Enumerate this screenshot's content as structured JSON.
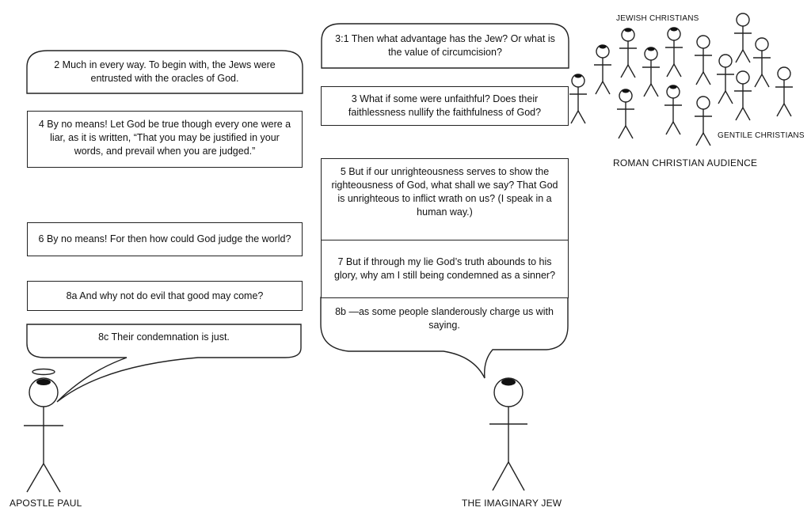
{
  "labels": {
    "paul": "APOSTLE PAUL",
    "jew": "THE IMAGINARY JEW",
    "jewish_christians": "JEWISH CHRISTIANS",
    "gentile_christians": "GENTILE CHRISTIANS",
    "audience": "ROMAN CHRISTIAN AUDIENCE"
  },
  "paul_lines": [
    "2 Much in every way. To begin with, the Jews were entrusted with the oracles of God.",
    "4 By no means! Let God be true though every one were a liar, as it is written, “That you may be justified in your words, and prevail when you are judged.”",
    "6 By no means! For then how could God judge the world?",
    "8a And why not do evil that good may come?",
    "8c Their condemnation is just."
  ],
  "jew_lines": [
    "3:1 Then what advantage has the Jew? Or what is the value of circumcision?",
    "3 What if some were unfaithful? Does their faithlessness nullify the faithfulness of God?",
    "5 But if our unrighteousness serves to show the righteousness of God, what shall we say? That God is unrighteous to inflict wrath on us? (I speak in a human way.)",
    "7 But if through my lie God’s truth abounds to his glory, why am I still being condemned as a sinner?",
    "8b —as some people slanderously charge us with saying."
  ]
}
